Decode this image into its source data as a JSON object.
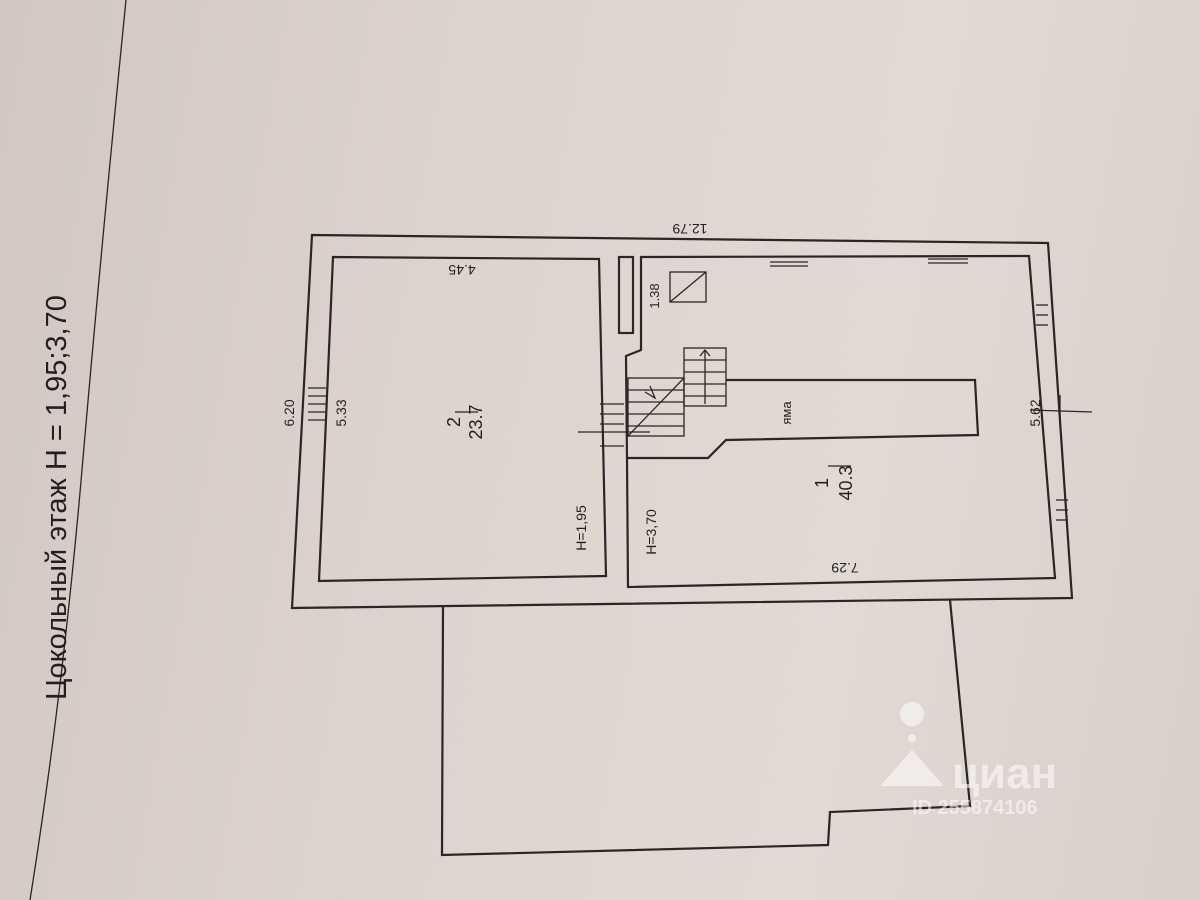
{
  "plan": {
    "title": "Цокольный этаж Н = 1,95;3,70",
    "dim_total_width": "12.79",
    "dim_total_depth": "6.20",
    "room2": {
      "number": "2",
      "area": "23.7",
      "width": "4.45",
      "depth": "5.33",
      "height": "Н=1,95"
    },
    "room1": {
      "number": "1",
      "area": "40.3",
      "width": "7.29",
      "depth": "5.62",
      "height": "Н=3,70",
      "niche_dim": "1.38"
    },
    "pit_label": "яма"
  },
  "watermark": {
    "brand": "циан",
    "id": "ID 255874106"
  }
}
